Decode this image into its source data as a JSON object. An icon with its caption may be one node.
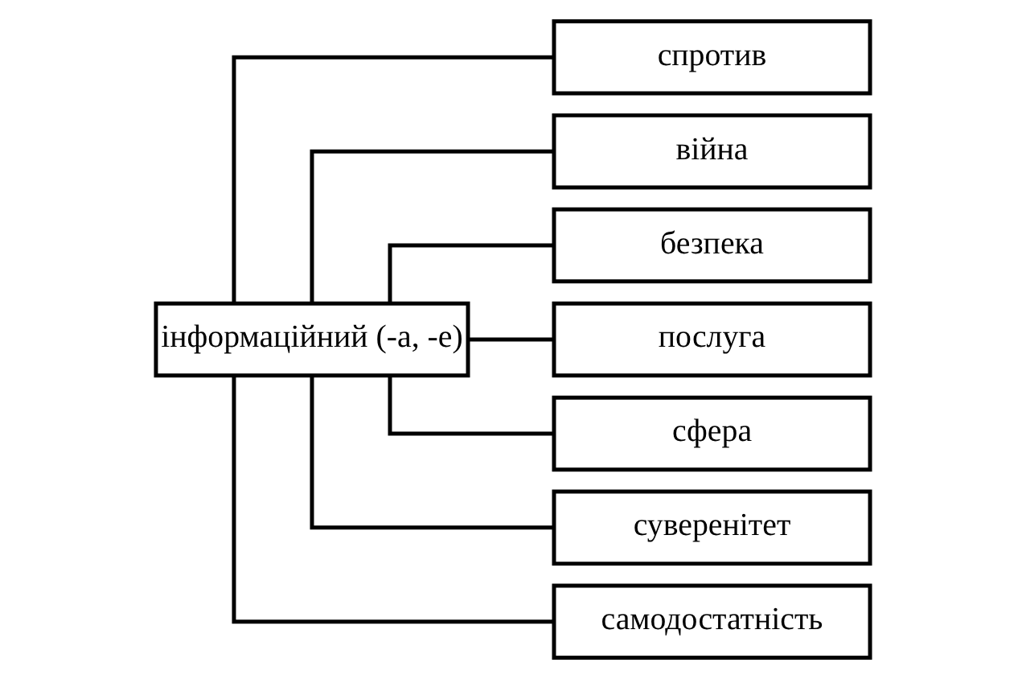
{
  "diagram": {
    "nodes": [
      {
        "text": [
          "інформаційний (-а, -е)"
        ]
      },
      {
        "text": [
          "спротив"
        ]
      },
      {
        "text": [
          "війна"
        ]
      },
      {
        "text": [
          "безпека"
        ]
      },
      {
        "text": [
          "послуга"
        ]
      },
      {
        "text": [
          "сфера"
        ]
      },
      {
        "text": [
          "суверенітет"
        ]
      },
      {
        "text": [
          "самодостатність"
        ]
      }
    ],
    "edges": [
      {
        "from": 0,
        "to": 1,
        "arrow": "none"
      },
      {
        "from": 0,
        "to": 2,
        "arrow": "none"
      },
      {
        "from": 0,
        "to": 3,
        "arrow": "none"
      },
      {
        "from": 0,
        "to": 4,
        "arrow": "none"
      },
      {
        "from": 0,
        "to": 5,
        "arrow": "none"
      },
      {
        "from": 0,
        "to": 6,
        "arrow": "none"
      },
      {
        "from": 0,
        "to": 7,
        "arrow": "none"
      }
    ]
  }
}
